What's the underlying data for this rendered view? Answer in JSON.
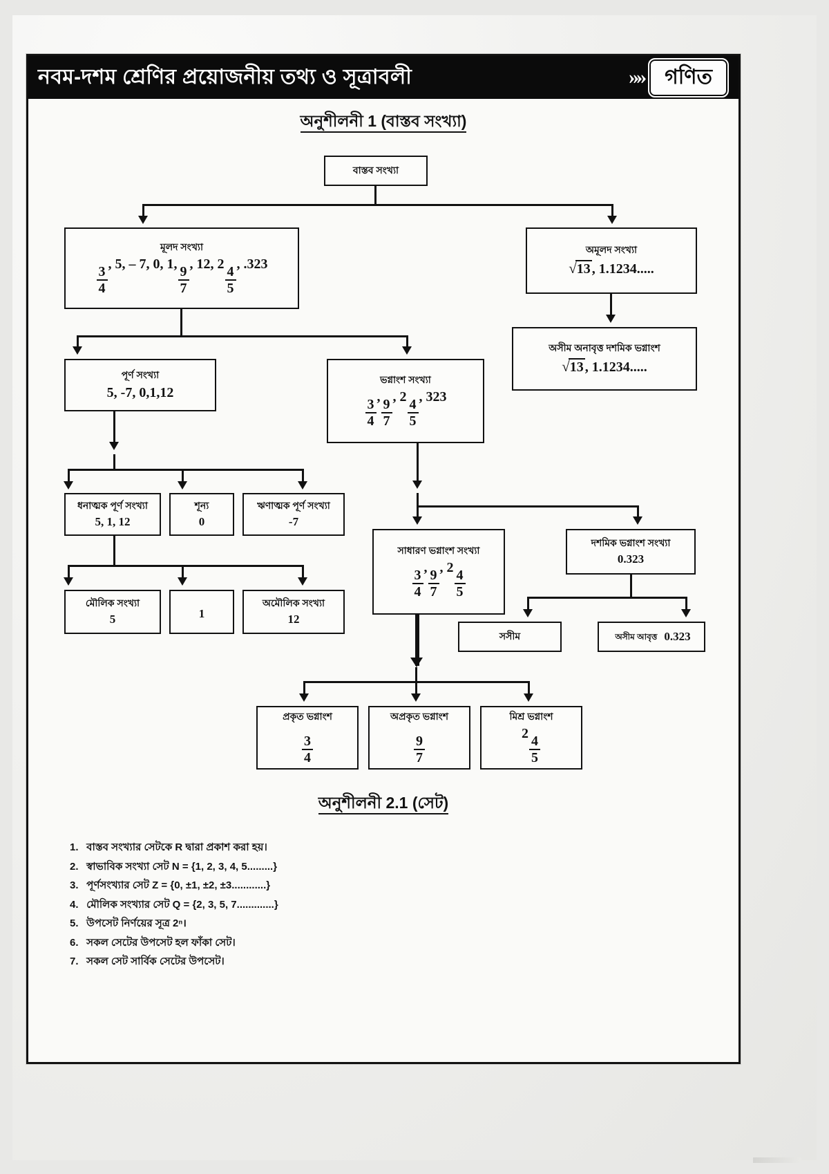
{
  "header": {
    "title": "নবম-দশম শ্রেণির প্রয়োজনীয় তথ্য ও সূত্রাবলী",
    "chevrons": "≫",
    "subject": "গণিত"
  },
  "section1": {
    "heading": "অনুশীলনী 1 (বাস্তব সংখ্যা)"
  },
  "section2": {
    "heading": "অনুশীলনী 2.1 (সেট)"
  },
  "flow": {
    "root": {
      "caption": "বাস্তব সংখ্যা",
      "value": ""
    },
    "rational": {
      "caption": "মূলদ সংখ্যা",
      "value": "3/4, 5, – 7, 0, 1, 9/7, 12, 2 4/5, .323"
    },
    "irrational": {
      "caption": "অমূলদ সংখ্যা",
      "value": "√13, 1.1234....."
    },
    "nonrecurring": {
      "caption": "অসীম অনাবৃত্ত দশমিক ভগ্নাংশ",
      "value": "√13, 1.1234....."
    },
    "integer": {
      "caption": "পূর্ণ সংখ্যা",
      "value": "5, -7, 0,1,12"
    },
    "fraction": {
      "caption": "ভগ্নাংশ সংখ্যা",
      "value": "3/4, 9/7, 2 4/5, 323"
    },
    "positive_int": {
      "caption": "ধনাত্মক পূর্ণ সংখ্যা",
      "value": "5, 1, 12"
    },
    "zero": {
      "caption": "শূন্য",
      "value": "0"
    },
    "negative_int": {
      "caption": "ঋণাত্মক পূর্ণ সংখ্যা",
      "value": "-7"
    },
    "prime": {
      "caption": "মৌলিক সংখ্যা",
      "value": "5"
    },
    "one": {
      "caption": "",
      "value": "1"
    },
    "composite": {
      "caption": "অমৌলিক সংখ্যা",
      "value": "12"
    },
    "common_fraction": {
      "caption": "সাধারণ ভগ্নাংশ সংখ্যা",
      "value": "3/4, 9/7, 2 4/5"
    },
    "decimal_fraction": {
      "caption": "দশমিক ভগ্নাংশ সংখ্যা",
      "value": "0.323"
    },
    "finite": {
      "caption": "সসীম",
      "value": ""
    },
    "recurring": {
      "caption": "অসীম আবৃত্ত",
      "value": "0.323"
    },
    "proper": {
      "caption": "প্রকৃত ভগ্নাংশ",
      "value": "3/4"
    },
    "improper": {
      "caption": "অপ্রকৃত ভগ্নাংশ",
      "value": "9/7"
    },
    "mixed": {
      "caption": "মিশ্র ভগ্নাংশ",
      "value": "2 4/5"
    }
  },
  "notes": [
    {
      "num": "1.",
      "text": "বাস্তব সংখ্যার সেটকে R দ্বারা প্রকাশ করা হয়।"
    },
    {
      "num": "2.",
      "text": "স্বাভাবিক সংখ্যা সেট N = {1, 2, 3, 4, 5.........}"
    },
    {
      "num": "3.",
      "text": "পূর্ণসংখ্যার সেট Z = {0, ±1, ±2, ±3............}"
    },
    {
      "num": "4.",
      "text": "মৌলিক সংখ্যার সেট Q = {2, 3, 5, 7.............}"
    },
    {
      "num": "5.",
      "text": "উপসেট নির্ণয়ের সূত্র 2ⁿ।"
    },
    {
      "num": "6.",
      "text": "সকল সেটের উপসেট হল ফাঁকা সেট।"
    },
    {
      "num": "7.",
      "text": "সকল সেট সার্বিক সেটের উপসেট।"
    }
  ],
  "colors": {
    "ink": "#111111",
    "paper": "#fafaf8",
    "banner": "#0b0b0b"
  }
}
